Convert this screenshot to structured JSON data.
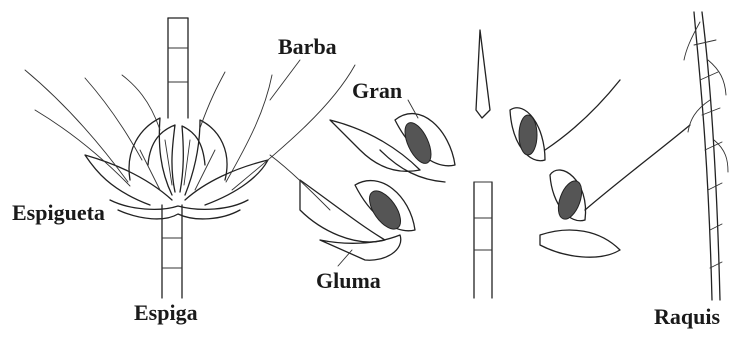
{
  "labels": {
    "barba": "Barba",
    "gran": "Gran",
    "espigueta": "Espigueta",
    "gluma": "Gluma",
    "espiga": "Espiga",
    "raquis": "Raquis"
  }
}
